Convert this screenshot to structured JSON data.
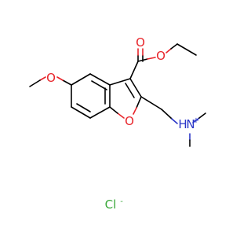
{
  "molecule": {
    "atom_labels": {
      "ester_carbonyl_o": "O",
      "ester_ether_o": "O",
      "methoxy_o": "O",
      "furan_o": "O",
      "ammonium_n": "N",
      "ammonium_h": "H",
      "ammonium_charge": "+",
      "chloride": "Cl",
      "chloride_charge": "-"
    },
    "colors": {
      "bond": "#000000",
      "oxygen": "#e8242a",
      "nitrogen": "#2a36c8",
      "chlorine": "#3aa83a"
    }
  }
}
